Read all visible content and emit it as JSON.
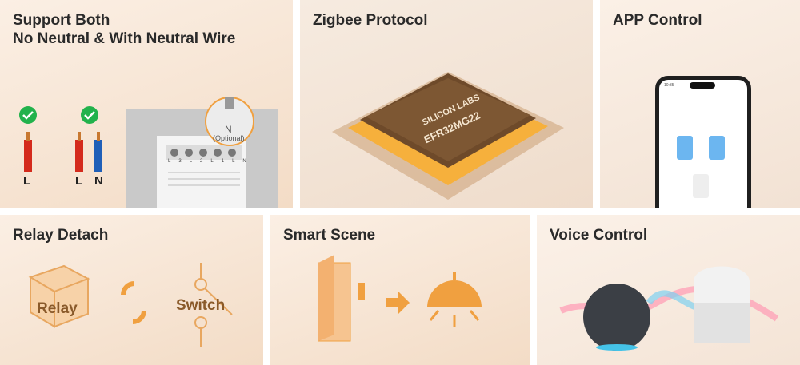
{
  "panels": {
    "wiring": {
      "title": "Support Both\nNo Neutral & With Neutral Wire",
      "label_l1": "L",
      "label_l2": "L",
      "label_n": "N",
      "callout_n": "N",
      "callout_optional": "(Optional)",
      "terminals": [
        "L3",
        "L2",
        "L1",
        "L",
        "N"
      ]
    },
    "zigbee": {
      "title": "Zigbee Protocol",
      "chip_brand": "SILICON LABS",
      "chip_model": "EFR32MG22"
    },
    "app": {
      "title": "APP Control",
      "phone_time": "10:35"
    },
    "relay": {
      "title": "Relay Detach",
      "relay_label": "Relay",
      "switch_label": "Switch"
    },
    "scene": {
      "title": "Smart Scene"
    },
    "voice": {
      "title": "Voice Control"
    }
  },
  "colors": {
    "accent_orange": "#f0a040",
    "check_green": "#22b24c",
    "wire_red": "#d42a1c",
    "wire_blue": "#1f5fb8"
  }
}
